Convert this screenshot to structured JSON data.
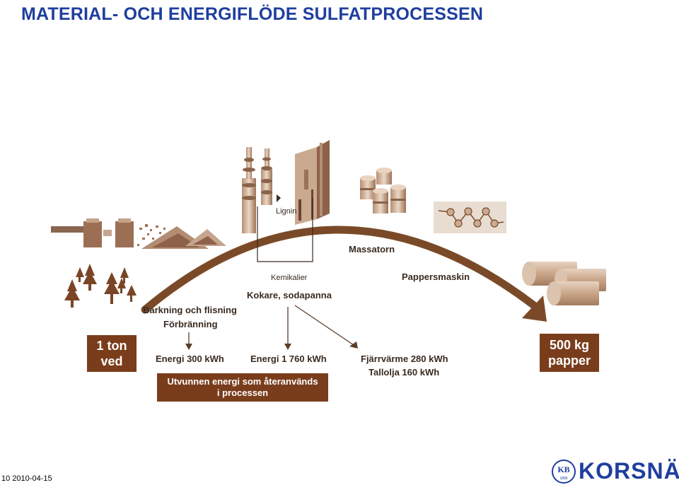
{
  "title": "MATERIAL- OCH ENERGIFLÖDE SULFATPROCESSEN",
  "labels": {
    "lignin": "Lignin",
    "massatorn": "Massatorn",
    "kemikalier": "Kemikalier",
    "pappersmaskin": "Pappersmaskin",
    "kokare": "Kokare, sodapanna",
    "barkning": "Barkning och flisning",
    "forbranning": "Förbränning",
    "energi1": "Energi 300 kWh",
    "energi2": "Energi 1 760 kWh",
    "fjarrvarme": "Fjärrvärme 280 kWh",
    "tallolja": "Tallolja 160 kWh"
  },
  "boxes": {
    "input_line1": "1 ton",
    "input_line2": "ved",
    "output_line1": "500 kg",
    "output_line2": "papper",
    "recovered_line1": "Utvunnen energi som återanvänds",
    "recovered_line2": "i processen"
  },
  "footer": {
    "page_number": "10",
    "date": "2010-04-15",
    "logo_emblem": "KB",
    "logo_subtext": "1895",
    "brand": "KORSNÄS"
  },
  "colors": {
    "title": "#1f3e9e",
    "box": "#7a3d1c",
    "arrow": "#7a4a28",
    "brand": "#1f3e9e"
  }
}
